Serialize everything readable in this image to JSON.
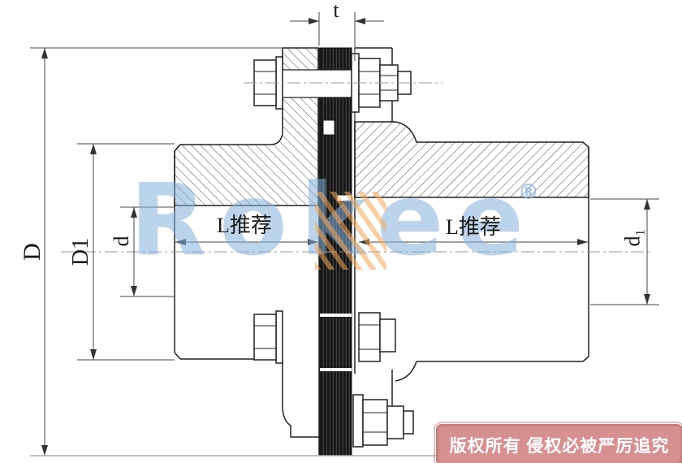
{
  "drawing": {
    "title": "flexible-disc-coupling-section-drawing",
    "dimensions": {
      "t": "t",
      "D": "D",
      "D1": "D1",
      "d": "d",
      "d1_base": "d",
      "d1_sub": "1",
      "L_left": "L推荐",
      "L_right": "L推荐"
    },
    "watermark": {
      "brand": "Rokee",
      "registered": "®",
      "blue": "#85b1db",
      "orange": "#f2a658"
    },
    "copyright": {
      "text": "版权所有 侵权必被严厉追究",
      "bg": "#d79090",
      "border": "#c97f7f",
      "text_color": "#ffffff"
    },
    "colors": {
      "outline": "#222222",
      "dimension_line": "#444444",
      "centerline": "#999999",
      "disc_pack": "#161616",
      "bottom_edge": "#a8a8a8"
    }
  }
}
